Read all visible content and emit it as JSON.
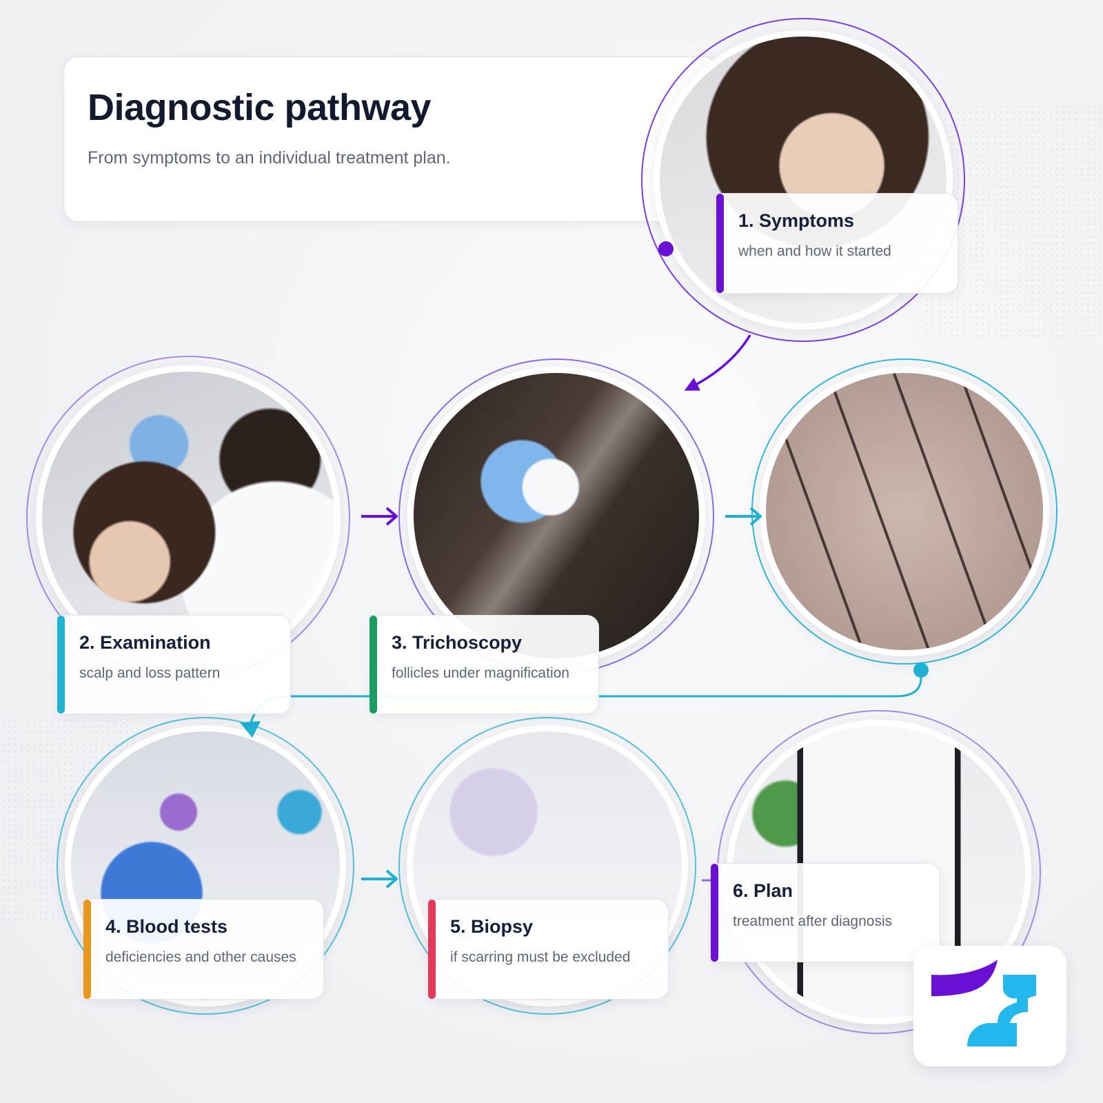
{
  "header": {
    "title": "Diagnostic pathway",
    "subtitle": "From symptoms to an individual treatment plan."
  },
  "steps": [
    {
      "title": "1. Symptoms",
      "description": "when and how it started",
      "accent": "#6a0fd4"
    },
    {
      "title": "2. Examination",
      "description": "scalp and loss pattern",
      "accent": "#1fb3cf"
    },
    {
      "title": "3. Trichoscopy",
      "description": "follicles under magnification",
      "accent": "#1b9a62"
    },
    {
      "title": "4. Blood tests",
      "description": "deficiencies and other causes",
      "accent": "#e8981c"
    },
    {
      "title": "5. Biopsy",
      "description": "if scarring must be excluded",
      "accent": "#e23a58"
    },
    {
      "title": "6. Plan",
      "description": "treatment after diagnosis",
      "accent": "#6a0fd4"
    }
  ],
  "colors": {
    "purple": "#6a0fd4",
    "cyan": "#1fb0d6",
    "logo_purple": "#6a0fd4",
    "logo_cyan": "#22b8ee"
  },
  "icons": {
    "logo": "brand-logo-icon",
    "arrow": "arrow-right-icon",
    "clipboard_icons": [
      "bottle-icon",
      "vial-icon",
      "head-icon"
    ]
  }
}
